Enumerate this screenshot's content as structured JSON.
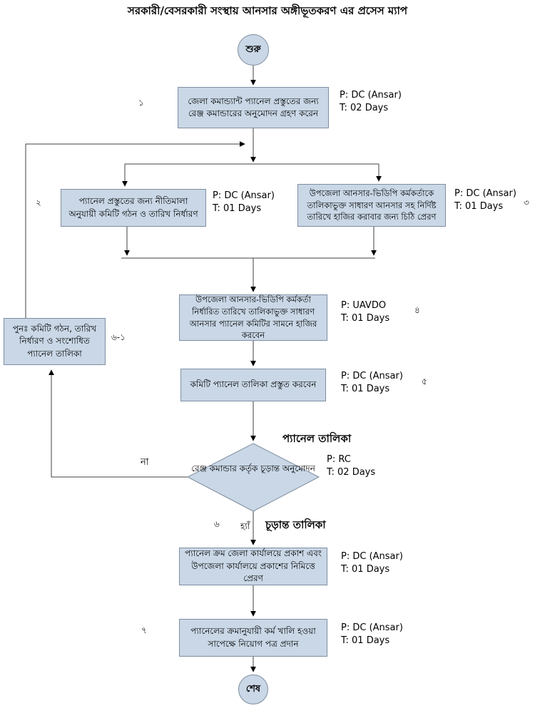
{
  "title": "সরকারী/বেসরকারী সংস্থায় আনসার অঙ্গীভূতকরণ এর প্রসেস ম্যাপ",
  "terminals": {
    "start": "শুরু",
    "end": "শেষ"
  },
  "nodes": {
    "step1": {
      "num": "১",
      "text": "জেলা কমান্ড্যান্ট প্যানেল প্রস্তুতের জন্য রেঞ্জ কমান্ডারের অনুমোদন গ্রহণ করেন",
      "p": "P: DC (Ansar)",
      "t": "T: 02 Days"
    },
    "step2": {
      "num": "২",
      "text": "প্যানেল প্রস্তুতের জন্য নীতিমালা অনুযায়ী কমিটি গঠন ও তারিখ নির্ধারণ",
      "p": "P: DC (Ansar)",
      "t": "T: 01 Days"
    },
    "step3": {
      "num": "৩",
      "text": "উপজেলা আনসার-ভিডিপি কর্মকর্তাকে তালিকাভুক্ত সাধারণ আনসার সহ নির্দিষ্ট তারিখে হাজির করাবার জন্য চিঠি প্রেরণ",
      "p": "P: DC (Ansar)",
      "t": "T: 01 Days"
    },
    "step4": {
      "num": "৪",
      "text": "উপজেলা আনসার-ভিডিপি কর্মকর্তা নির্ধারিত তারিখে তালিকাভুক্ত সাধারণ আনসার প্যানেল কমিটির সামনে হাজির করবেন",
      "p": "P: UAVDO",
      "t": "T: 01 Days"
    },
    "rework": {
      "num": "৬-১",
      "text": "পুনঃ  কমিটি গঠন, তারিখ নির্ধারণ ও সংশোধিত প্যানেল তালিকা"
    },
    "step5": {
      "num": "৫",
      "text": "কমিটি প্যানেল তালিকা প্রস্তুত করবেন",
      "p": "P: DC (Ansar)",
      "t": "T: 01 Days"
    },
    "decision": {
      "num": "৬",
      "text": "রেঞ্জ কমান্ডার কর্তৃক চূড়ান্ত অনুমোদন",
      "p": "P: RC",
      "t": "T: 02 Days"
    },
    "step6": {
      "text": "প্যানেল ক্রম জেলা কার্যালয়ে প্রকাশ এবং উপজেলা কার্যালয়ে প্রকাশের নিমিত্তে প্রেরণ",
      "p": "P: DC (Ansar)",
      "t": "T: 01 Days"
    },
    "step7": {
      "num": "৭",
      "text": "প্যানেলের ক্রমানুযায়ী কর্ম খালি হওয়া সাপেক্ষে নিয়োগ পত্র প্রদান",
      "p": "P: DC (Ansar)",
      "t": "T: 01 Days"
    }
  },
  "labels": {
    "panel_list": "প্যানেল তালিকা",
    "final_list": "চূড়ান্ত তালিকা",
    "yes": "হ্যাঁ",
    "no": "না"
  },
  "colors": {
    "node_fill": "#c9d7e6",
    "node_border": "#7f8ea0",
    "connector": "#404040"
  }
}
